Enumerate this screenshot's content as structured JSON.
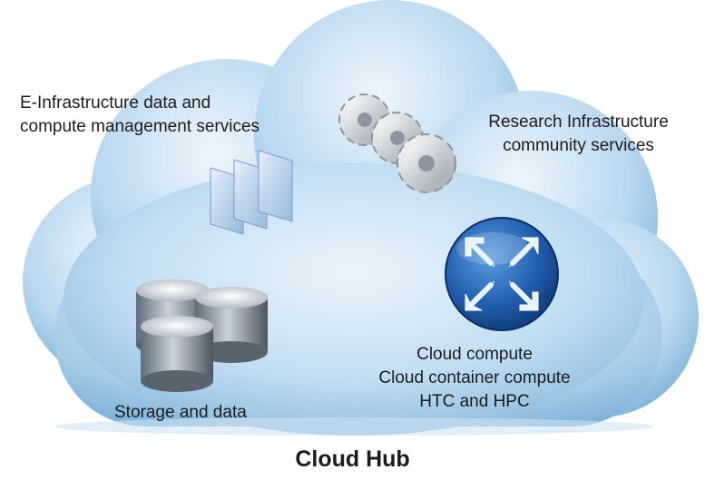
{
  "labels": {
    "einfra_line1": "E-Infrastructure data and",
    "einfra_line2": "compute management services",
    "research_line1": "Research Infrastructure",
    "research_line2": "community services",
    "storage": "Storage and data",
    "compute_line1": "Cloud compute",
    "compute_line2": "Cloud container compute",
    "compute_line3": "HTC  and HPC",
    "hub_title": "Cloud Hub"
  },
  "icons": {
    "panes": "window-panes-icon",
    "gears": "gears-icon",
    "storage": "database-disks-icon",
    "compute": "router-arrows-icon"
  },
  "colors": {
    "cloud_light": "#e6f2fb",
    "cloud_mid": "#a9cde8",
    "cloud_dark": "#6fa6cf",
    "compute_blue": "#1f5fae",
    "text": "#1c1c1c"
  }
}
